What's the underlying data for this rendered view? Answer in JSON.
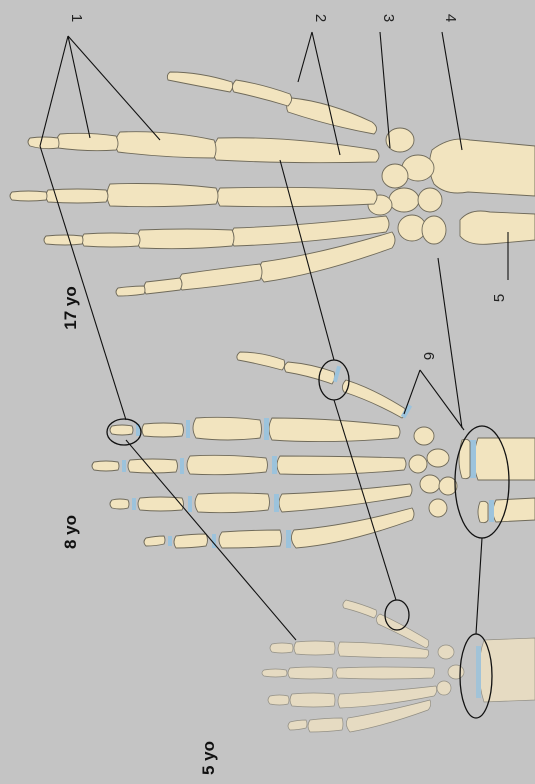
{
  "colors": {
    "background": "#c4c4c4",
    "bone": "#f2e4bf",
    "growth_plate_cartilage": "#9cc3dc",
    "leader_line": "#111111"
  },
  "labels": {
    "n1": "1",
    "n2": "2",
    "n3": "3",
    "n4": "4",
    "n5": "5",
    "n6": "6"
  },
  "ages": {
    "teen": "17 yo",
    "child": "8 yo",
    "young": "5 yo"
  }
}
